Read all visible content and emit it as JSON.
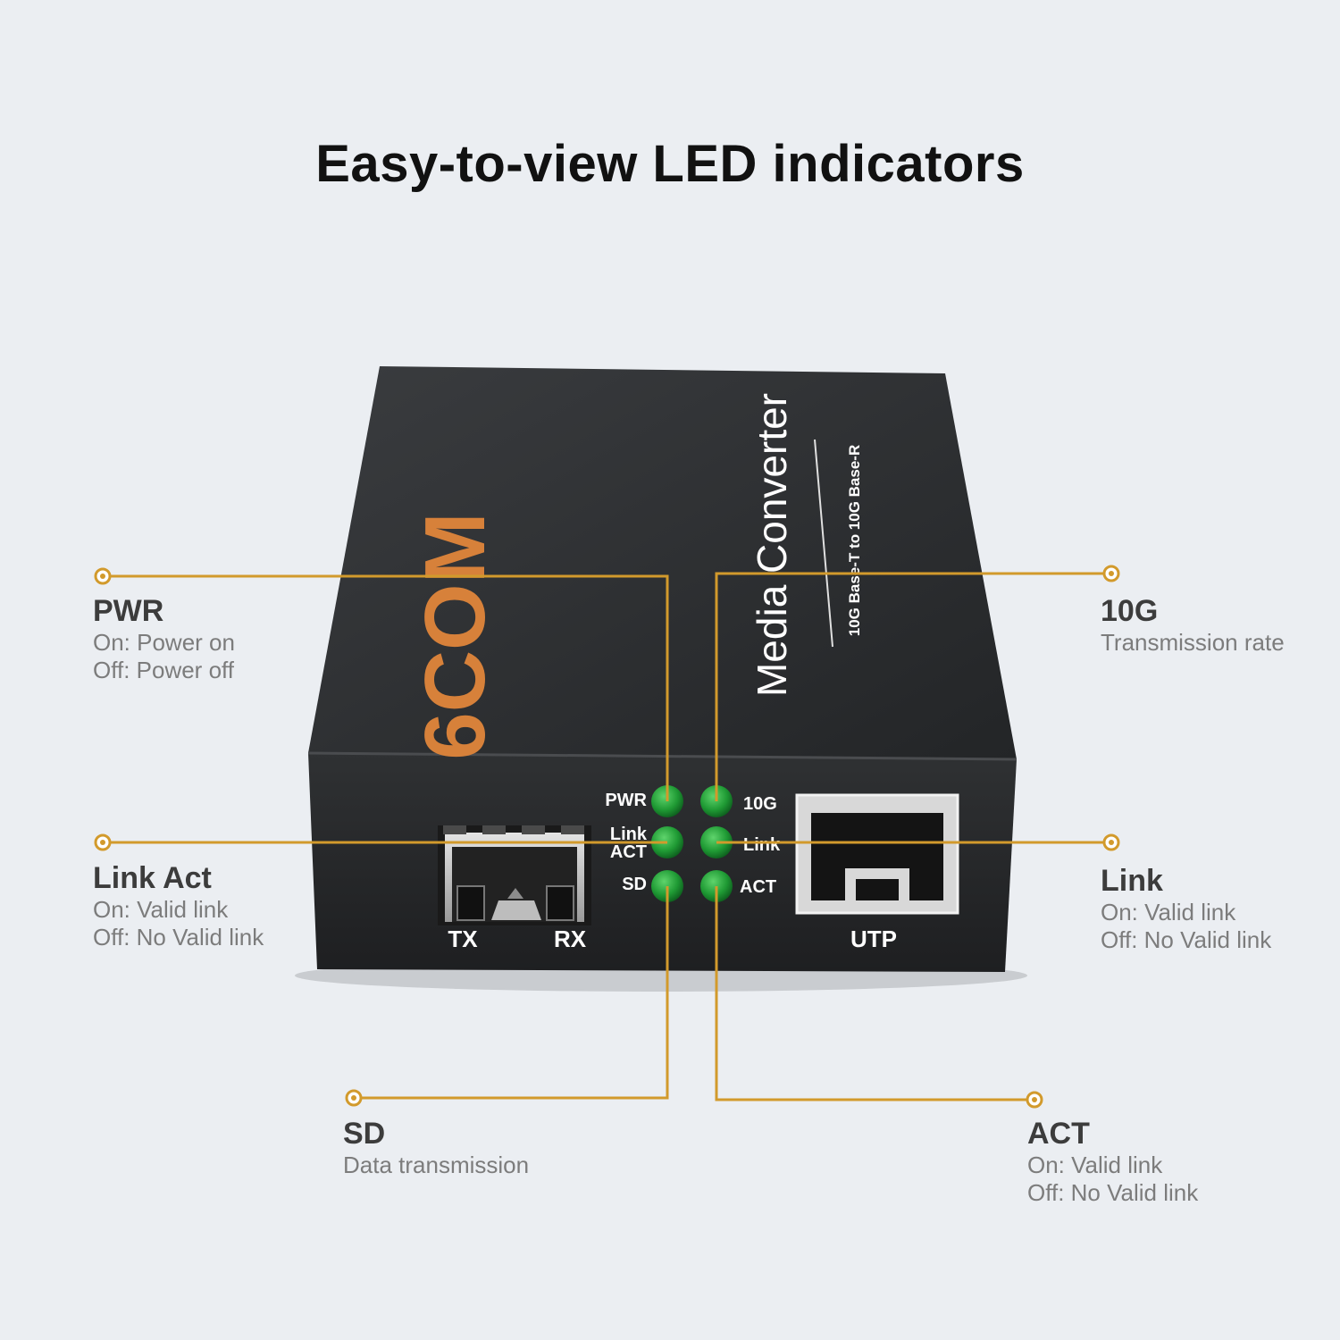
{
  "headline": "Easy-to-view LED indicators",
  "colors": {
    "background": "#ebeef2",
    "leader": "#d29a2c",
    "led": "#1f9a34",
    "device": "#2b2d2f",
    "brand": "#d7813a"
  },
  "device": {
    "brand": "6COM",
    "product": "Media Converter",
    "spec": "10G Base-T to 10G Base-R",
    "led_labels_left": [
      "PWR",
      "Link",
      "ACT",
      "SD"
    ],
    "led_labels_right": [
      "10G",
      "Link",
      "ACT"
    ],
    "port_labels": [
      "TX",
      "RX",
      "UTP"
    ],
    "led_states": [
      "on",
      "on",
      "on",
      "on",
      "on",
      "on"
    ]
  },
  "callouts": {
    "pwr": {
      "title": "PWR",
      "lines": [
        "On: Power on",
        "Off: Power off"
      ]
    },
    "link_act": {
      "title": "Link Act",
      "lines": [
        "On: Valid link",
        "Off: No Valid link"
      ]
    },
    "sd": {
      "title": "SD",
      "lines": [
        "Data transmission"
      ]
    },
    "g10": {
      "title": "10G",
      "lines": [
        "Transmission rate"
      ]
    },
    "link": {
      "title": "Link",
      "lines": [
        "On: Valid link",
        "Off: No Valid link"
      ]
    },
    "act": {
      "title": "ACT",
      "lines": [
        "On: Valid link",
        "Off: No Valid link"
      ]
    }
  }
}
